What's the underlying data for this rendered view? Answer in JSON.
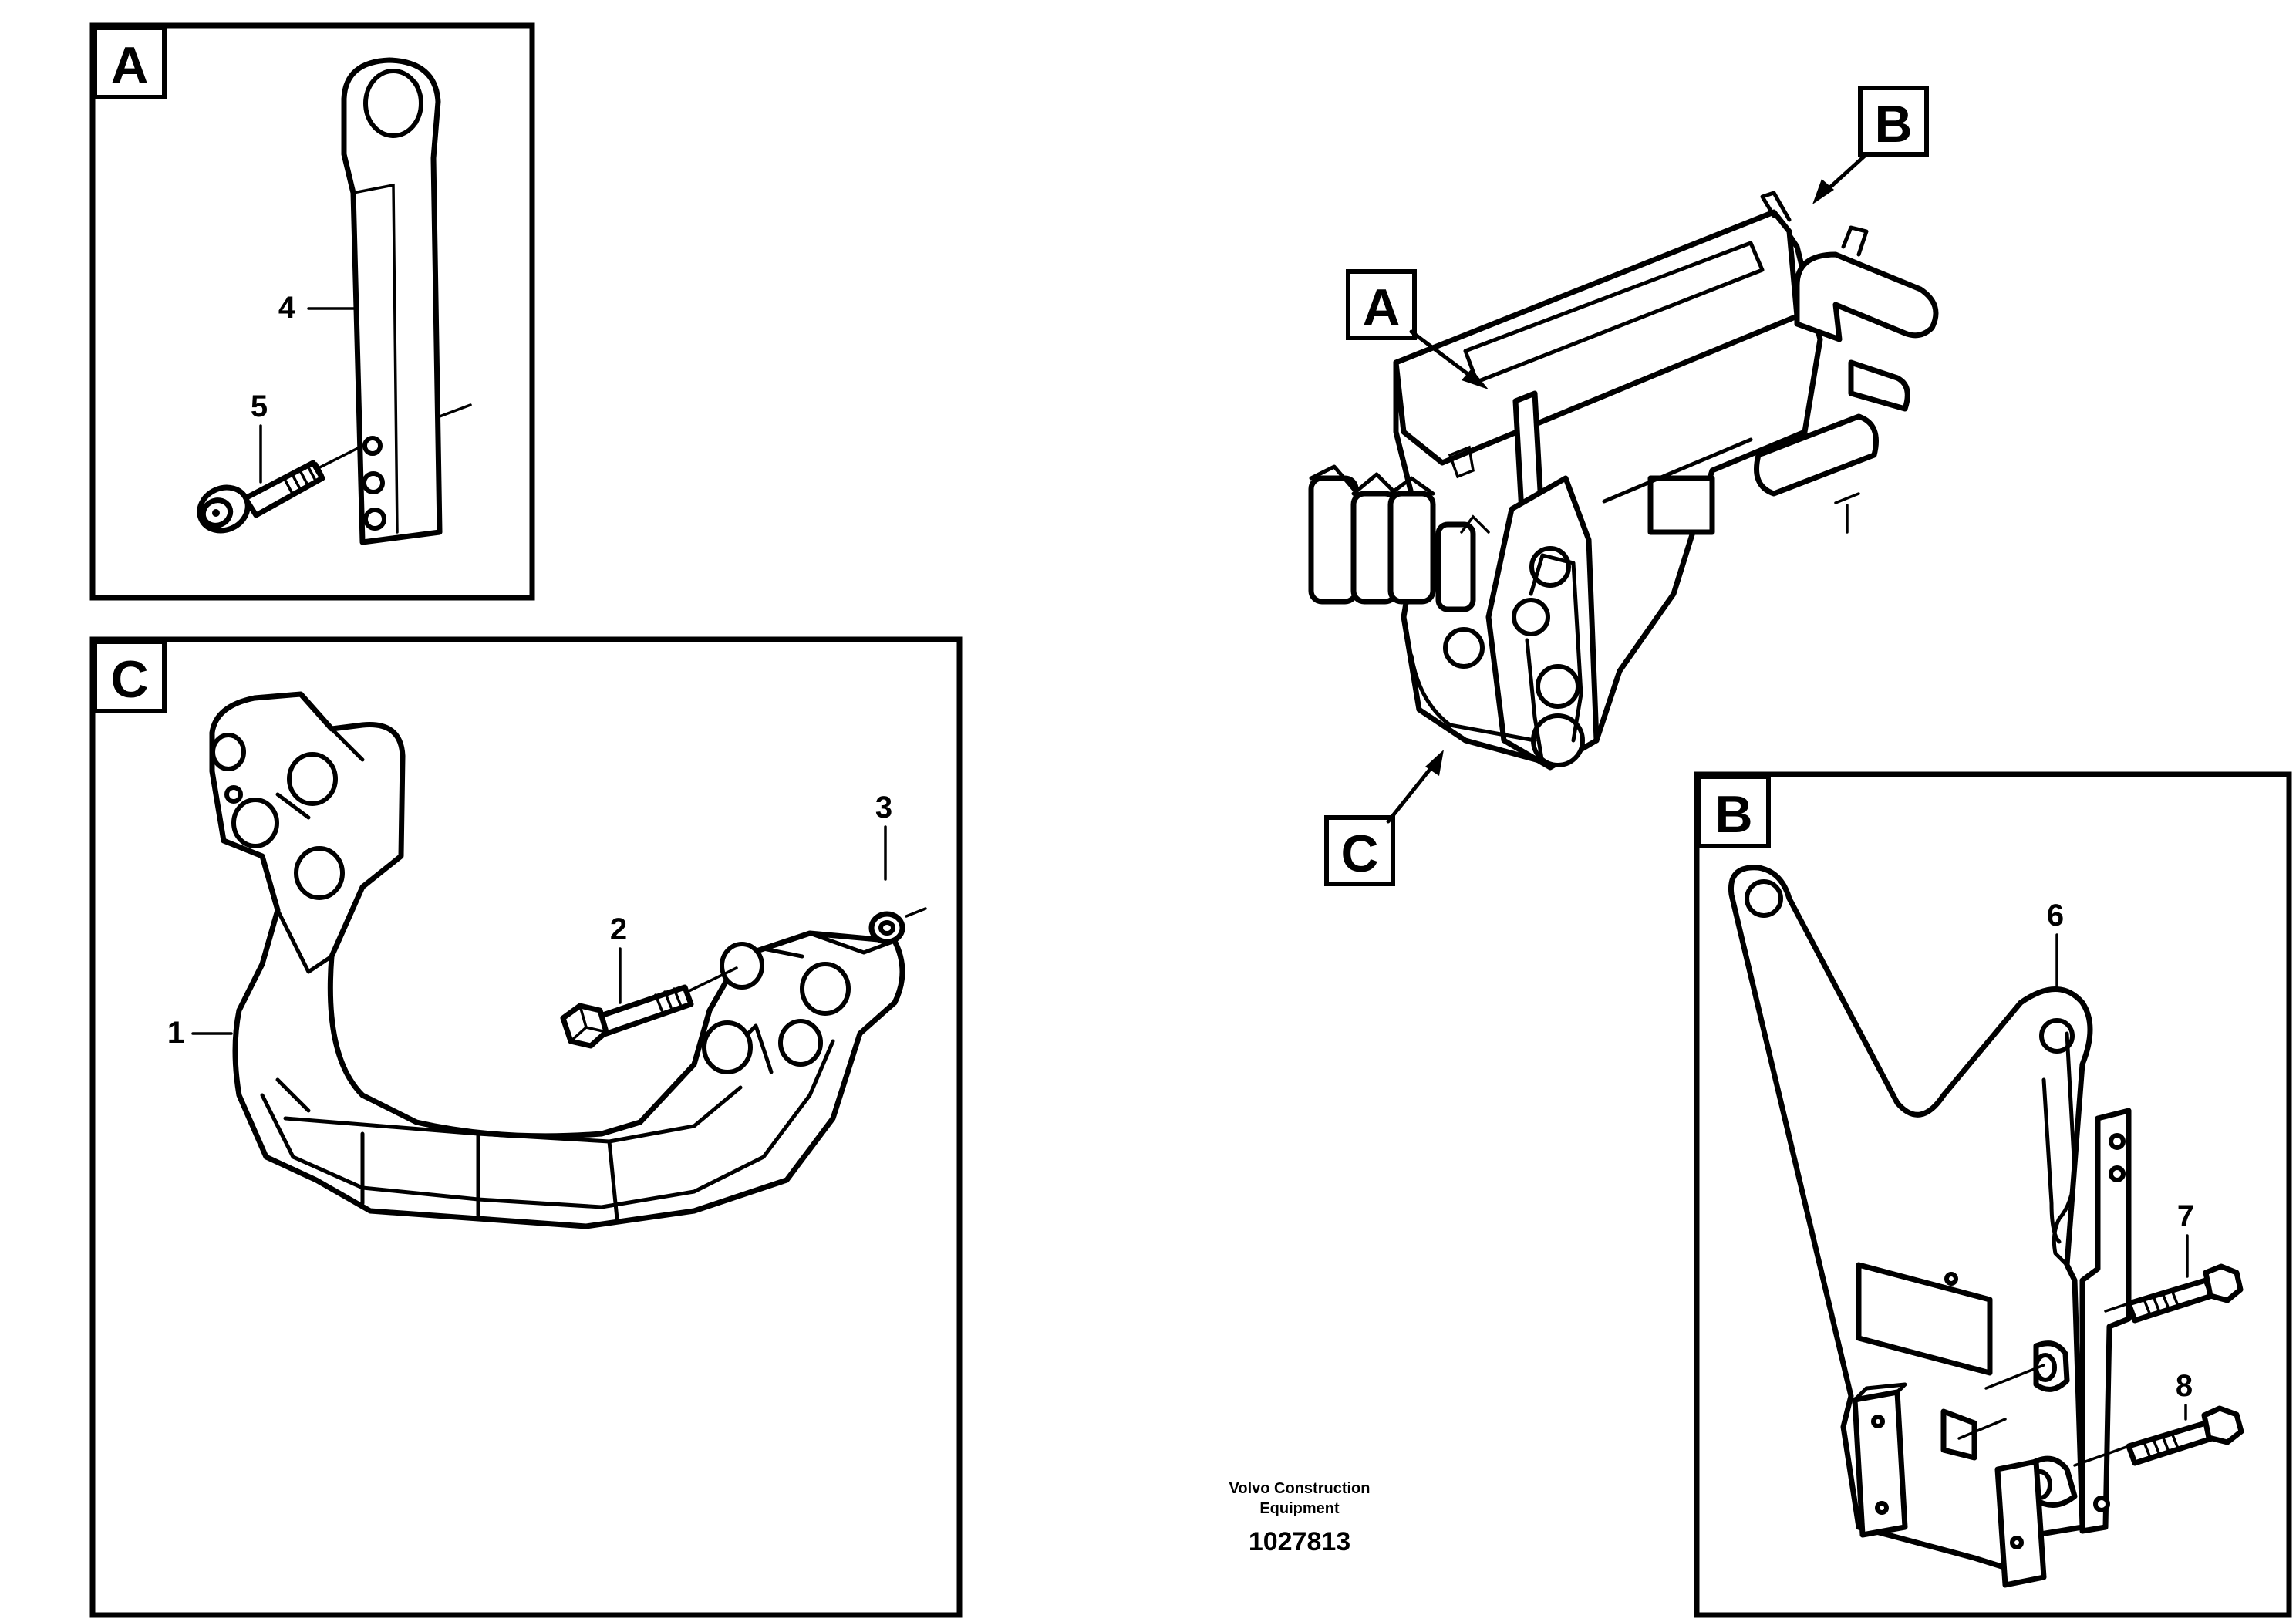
{
  "panels": {
    "a": {
      "tag": "A",
      "callouts": [
        "4",
        "5"
      ]
    },
    "b": {
      "tag": "B",
      "callouts": [
        "6",
        "7",
        "8"
      ]
    },
    "c": {
      "tag": "C",
      "callouts": [
        "1",
        "2",
        "3"
      ]
    }
  },
  "overview": {
    "tags": [
      "A",
      "B",
      "C"
    ]
  },
  "credit": {
    "line1": "Volvo Construction",
    "line2": "Equipment",
    "code": "1027813"
  }
}
